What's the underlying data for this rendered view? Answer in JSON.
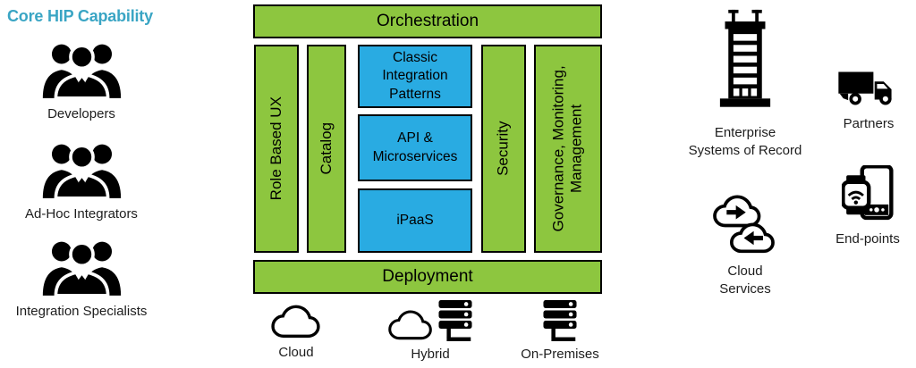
{
  "page": {
    "title": "Core HIP Capability"
  },
  "colors": {
    "accent": "#3AA5C4",
    "green": "#8DC63F",
    "blue": "#29ABE2",
    "ink": "#000000"
  },
  "personas": [
    {
      "label": "Developers",
      "icon": "people-group-icon"
    },
    {
      "label": "Ad-Hoc Integrators",
      "icon": "people-group-icon"
    },
    {
      "label": "Integration Specialists",
      "icon": "people-group-icon"
    }
  ],
  "platform": {
    "orchestration": "Orchestration",
    "deployment": "Deployment",
    "left_pillars": [
      {
        "label": "Role Based UX"
      },
      {
        "label": "Catalog"
      }
    ],
    "core_services": [
      {
        "label": "Classic Integration Patterns"
      },
      {
        "label": "API & Microservices"
      },
      {
        "label": "iPaaS"
      }
    ],
    "right_pillars": [
      {
        "label": "Security"
      },
      {
        "label": "Governance, Monitoring, Management",
        "lines": [
          "Governance, Monitoring,",
          "Management"
        ]
      }
    ],
    "deployment_targets": [
      {
        "label": "Cloud",
        "icon": "cloud-icon"
      },
      {
        "label": "Hybrid",
        "icon": "cloud-and-server-icon"
      },
      {
        "label": "On-Premises",
        "icon": "server-icon"
      }
    ]
  },
  "externals": [
    {
      "label": "Enterprise Systems of Record",
      "lines": [
        "Enterprise",
        "Systems of Record"
      ],
      "icon": "building-icon"
    },
    {
      "label": "Partners",
      "icon": "truck-icon"
    },
    {
      "label": "Cloud Services",
      "lines": [
        "Cloud",
        "Services"
      ],
      "icon": "cloud-sync-icon"
    },
    {
      "label": "End-points",
      "icon": "wearable-and-phone-icon"
    }
  ]
}
